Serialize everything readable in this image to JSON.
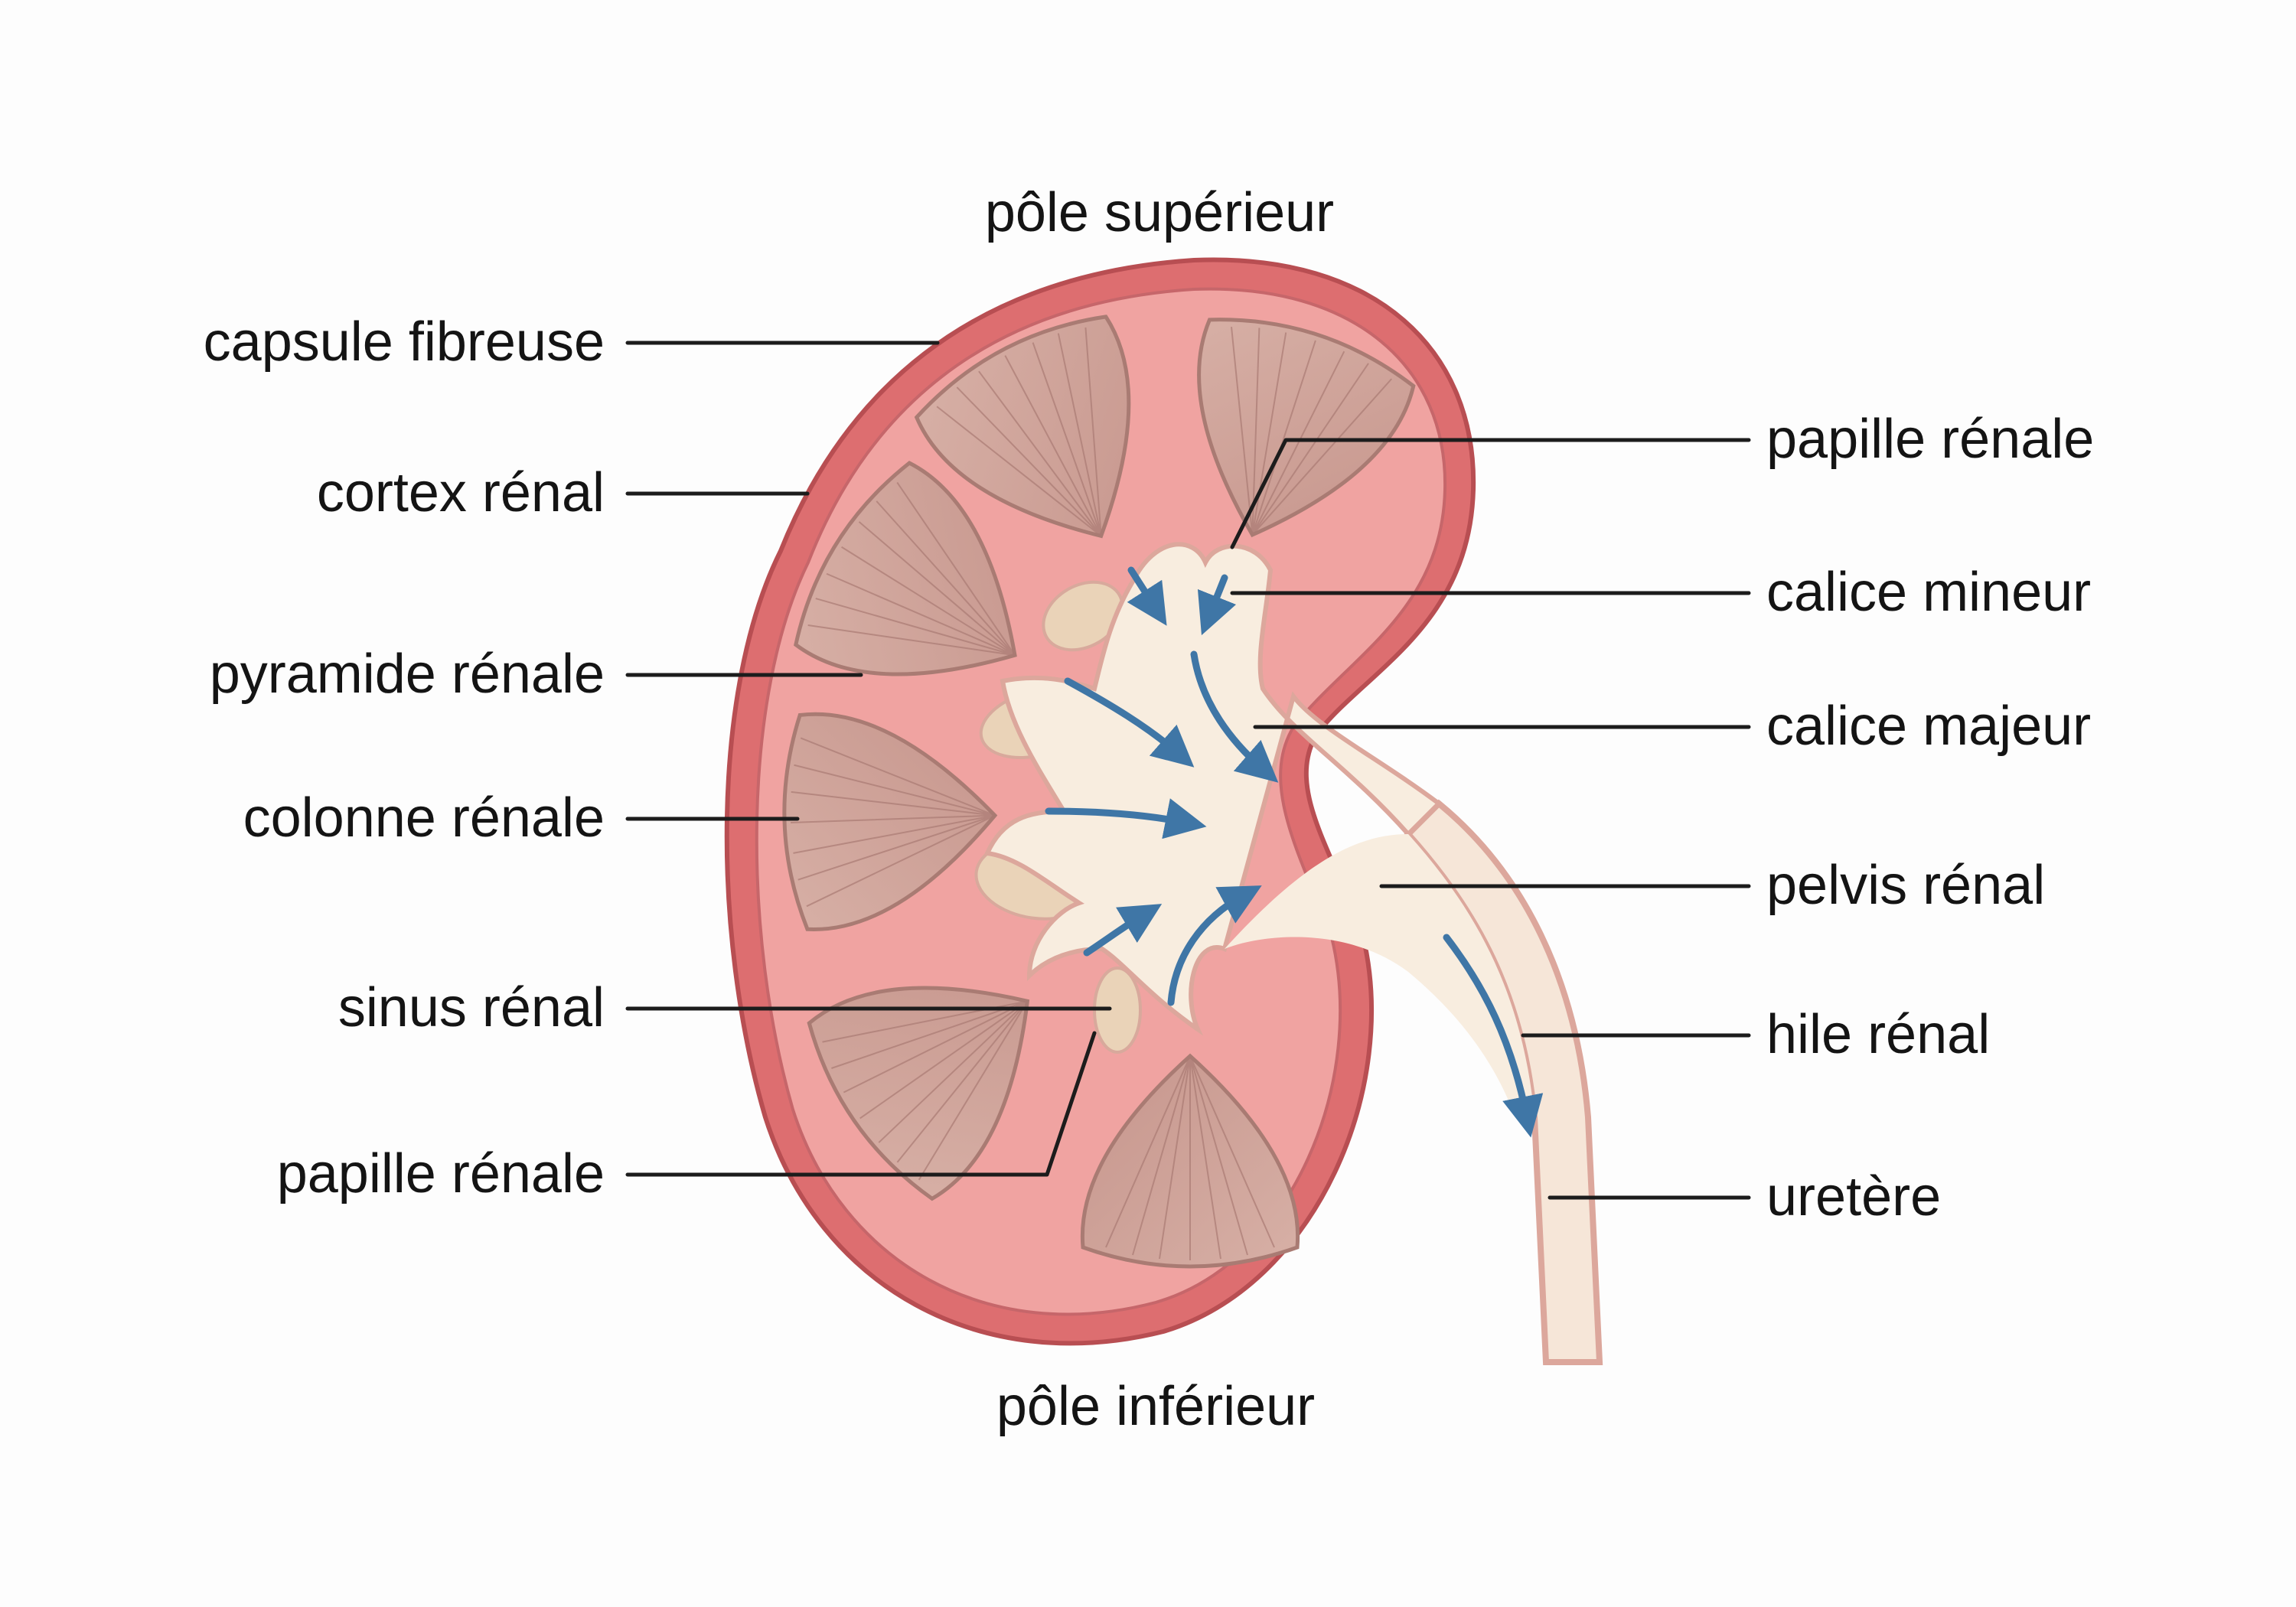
{
  "labels": {
    "upper_pole": "pôle supérieur",
    "lower_pole": "pôle inférieur",
    "fibrous_capsule": "capsule fibreuse",
    "renal_cortex": "cortex rénal",
    "renal_pyramid": "pyramide rénale",
    "renal_column": "colonne rénale",
    "renal_sinus": "sinus rénal",
    "renal_papilla_left": "papille rénale",
    "renal_papilla_right": "papille rénale",
    "minor_calyx": "calice mineur",
    "major_calyx": "calice majeur",
    "renal_pelvis": "pelvis rénal",
    "renal_hilum": "hile rénal",
    "ureter": "uretère"
  },
  "colors": {
    "capsule": "#d9686a",
    "cortex": "#f0a3a1",
    "pyramid": "#cfa299",
    "calyx": "#f8eddf",
    "flow_arrow": "#3f76a6"
  }
}
